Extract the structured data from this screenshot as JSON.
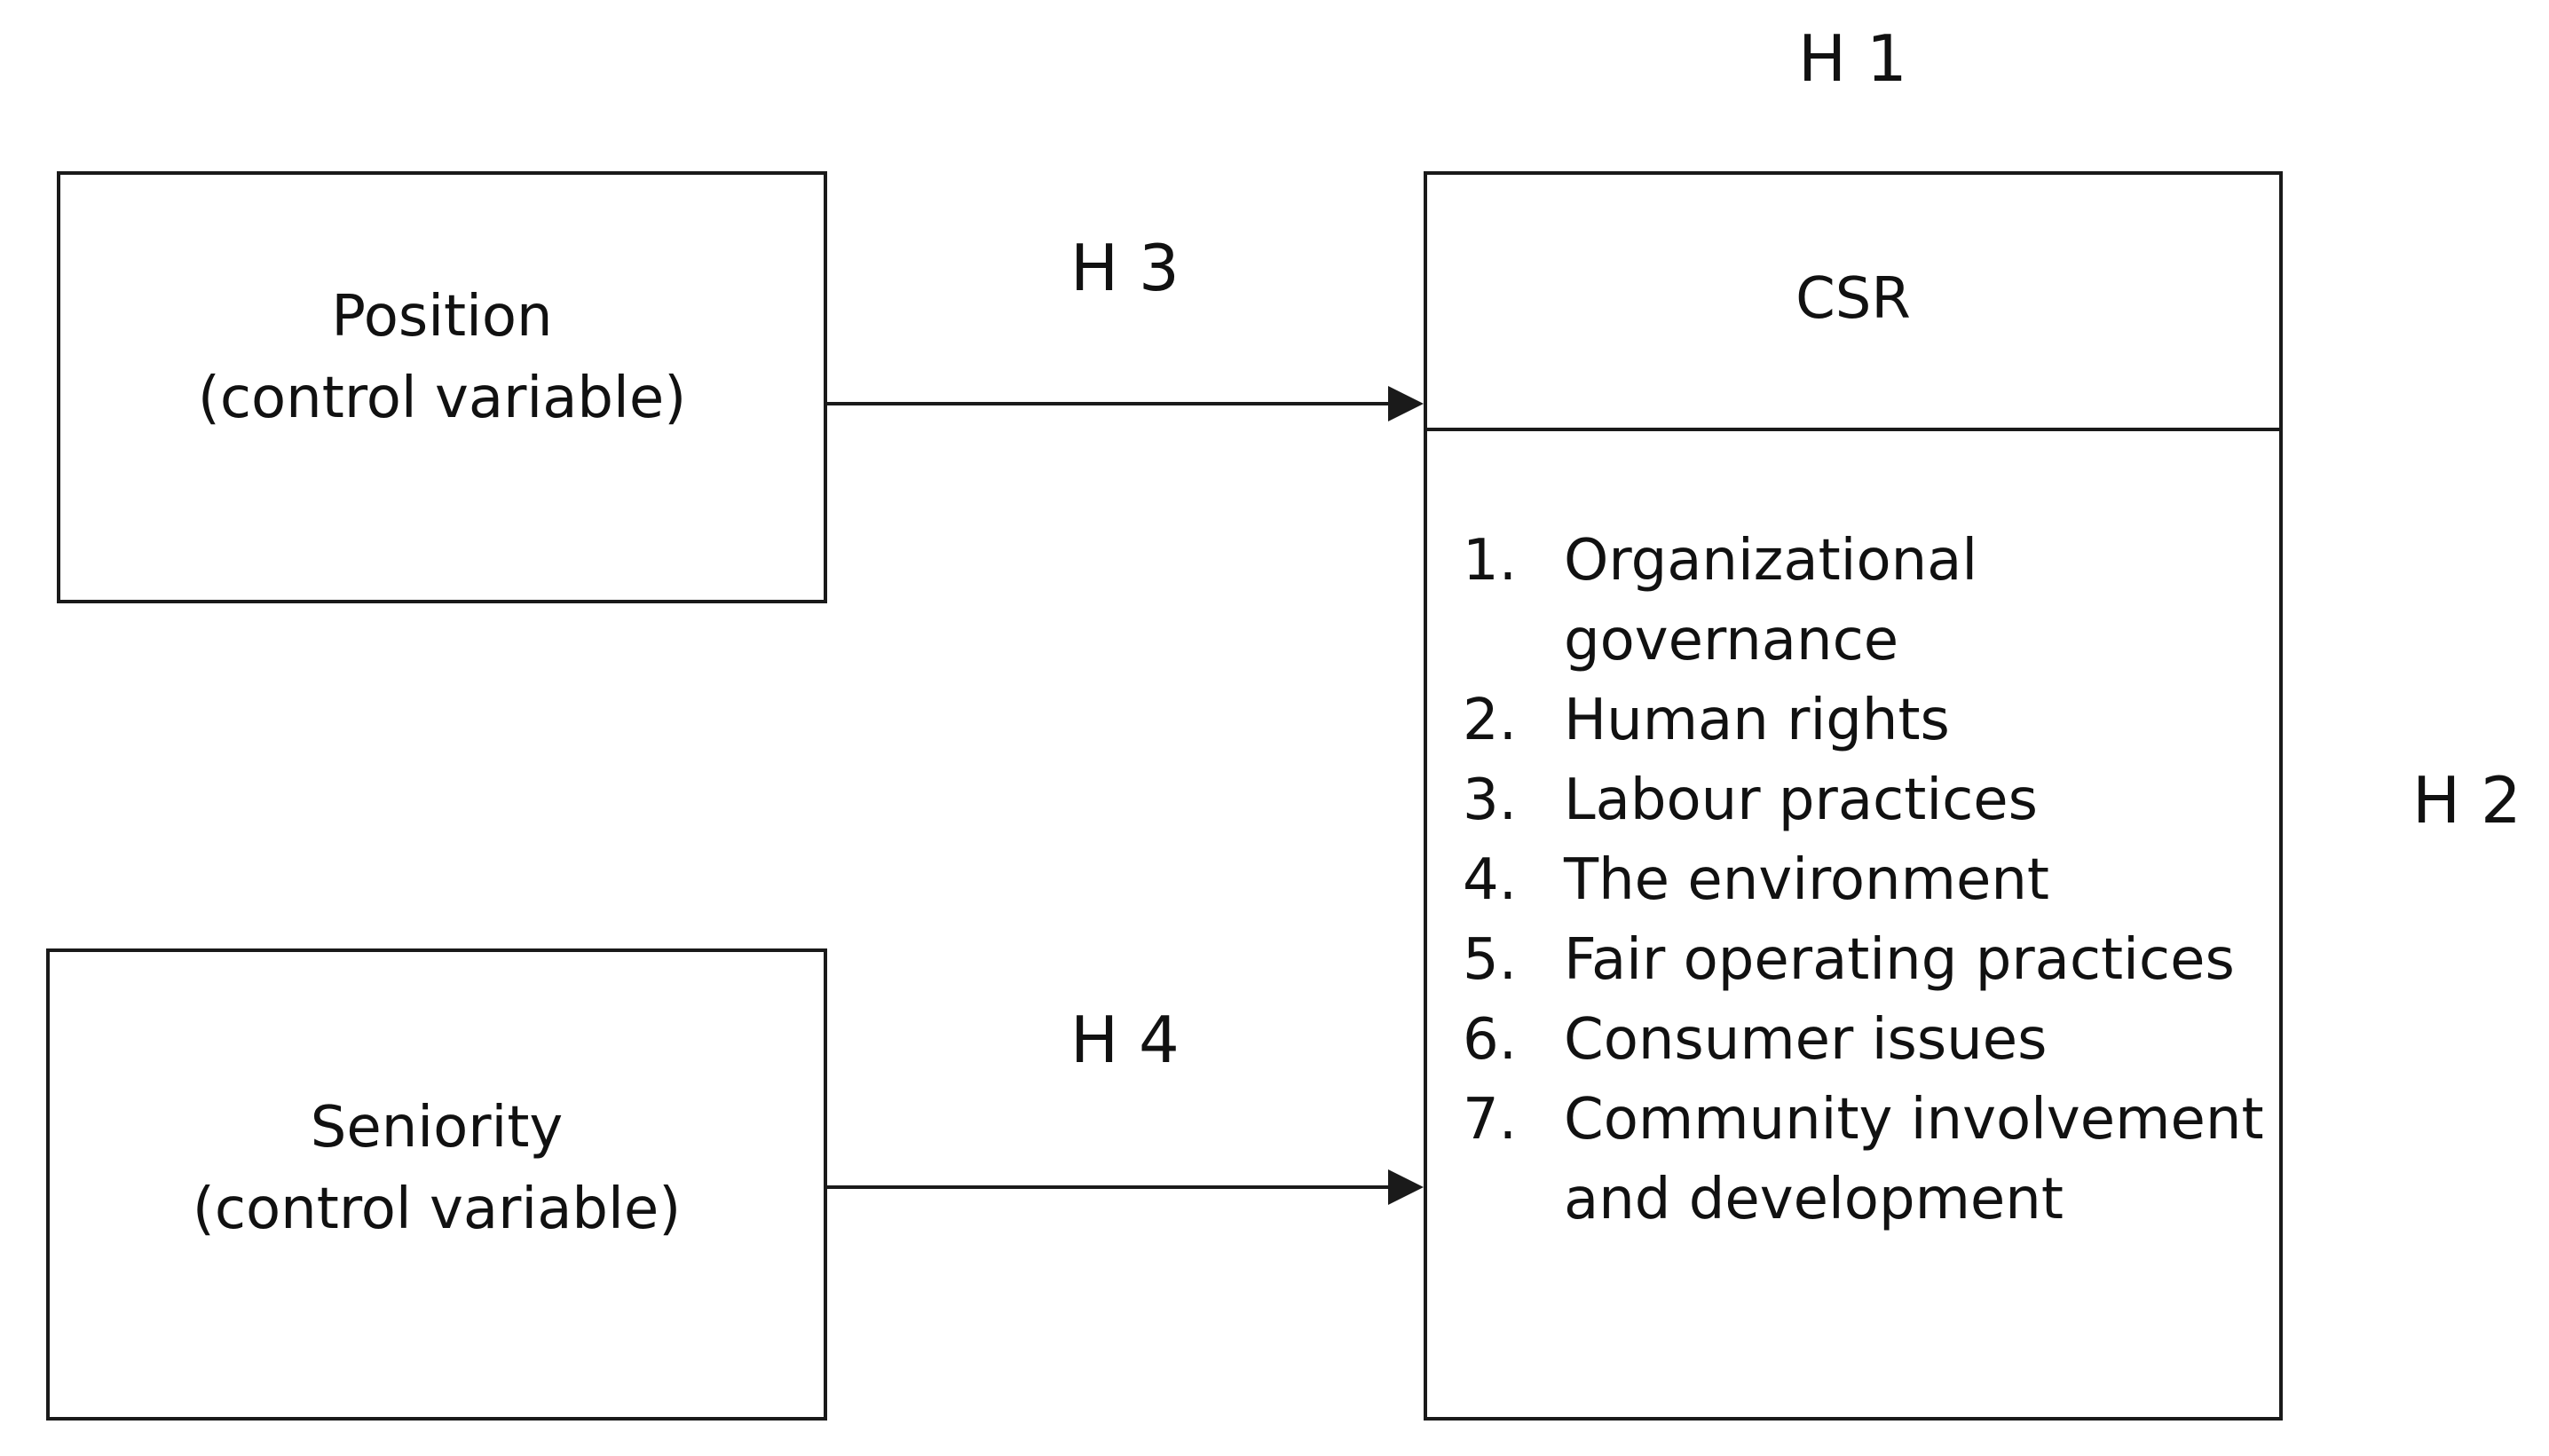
{
  "hypotheses": {
    "h1": "H 1",
    "h2": "H 2",
    "h3": "H 3",
    "h4": "H 4"
  },
  "position_box": {
    "title": "Position",
    "subtitle": "(control variable)"
  },
  "seniority_box": {
    "title": "Seniority",
    "subtitle": "(control variable)"
  },
  "csr_box": {
    "title": "CSR",
    "items": [
      {
        "num": "1.",
        "lines": [
          "Organizational",
          "governance"
        ]
      },
      {
        "num": "2.",
        "lines": [
          "Human rights"
        ]
      },
      {
        "num": "3.",
        "lines": [
          "Labour practices"
        ]
      },
      {
        "num": "4.",
        "lines": [
          "The environment"
        ]
      },
      {
        "num": "5.",
        "lines": [
          "Fair operating practices"
        ]
      },
      {
        "num": "6.",
        "lines": [
          "Consumer issues"
        ]
      },
      {
        "num": "7.",
        "lines": [
          "Community involvement",
          "and development"
        ]
      }
    ]
  },
  "colors": {
    "stroke": "#1a1a1a",
    "text": "#111111",
    "background": "#ffffff"
  }
}
